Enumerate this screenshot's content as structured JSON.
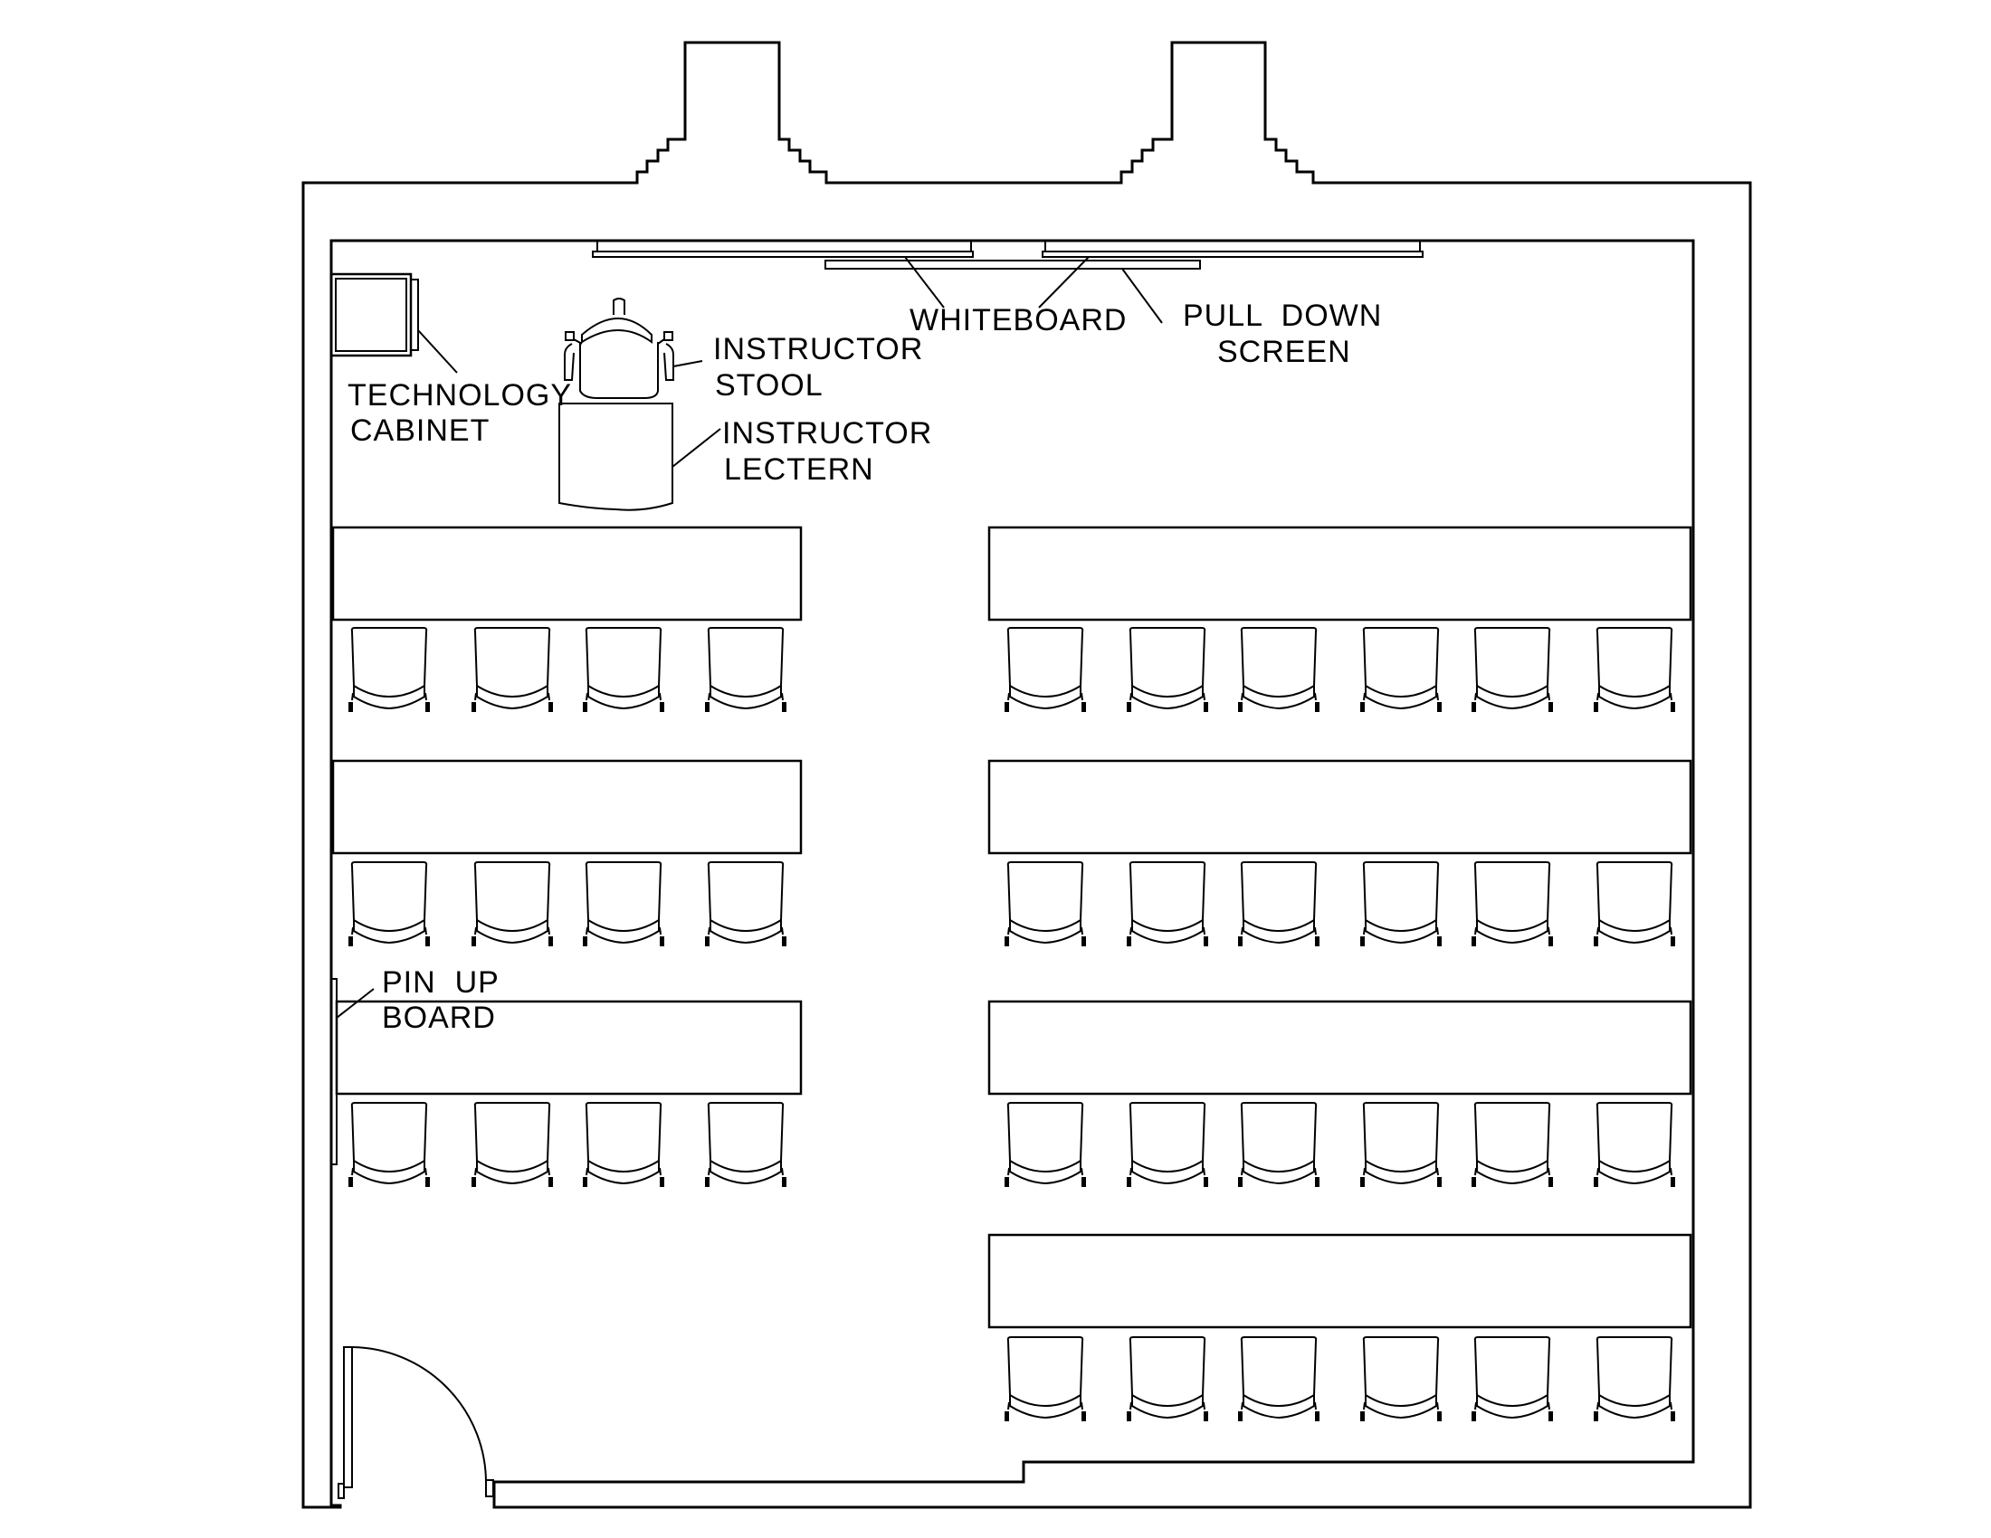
{
  "title": "Classroom floor plan",
  "labels": {
    "technology_cabinet": [
      "TECHNOLOGY",
      "CABINET"
    ],
    "instructor_stool": [
      "INSTRUCTOR",
      "STOOL"
    ],
    "instructor_lectern": [
      "INSTRUCTOR",
      "LECTERN"
    ],
    "whiteboard": "WHITEBOARD",
    "pull_down_screen": [
      "PULL  DOWN",
      "SCREEN"
    ],
    "pin_up_board": [
      "PIN  UP",
      "BOARD"
    ]
  },
  "layout": {
    "left_tables": 3,
    "right_tables": 4,
    "chairs_per_left_table": 4,
    "chairs_per_right_table": 6,
    "total_chairs": 36
  }
}
